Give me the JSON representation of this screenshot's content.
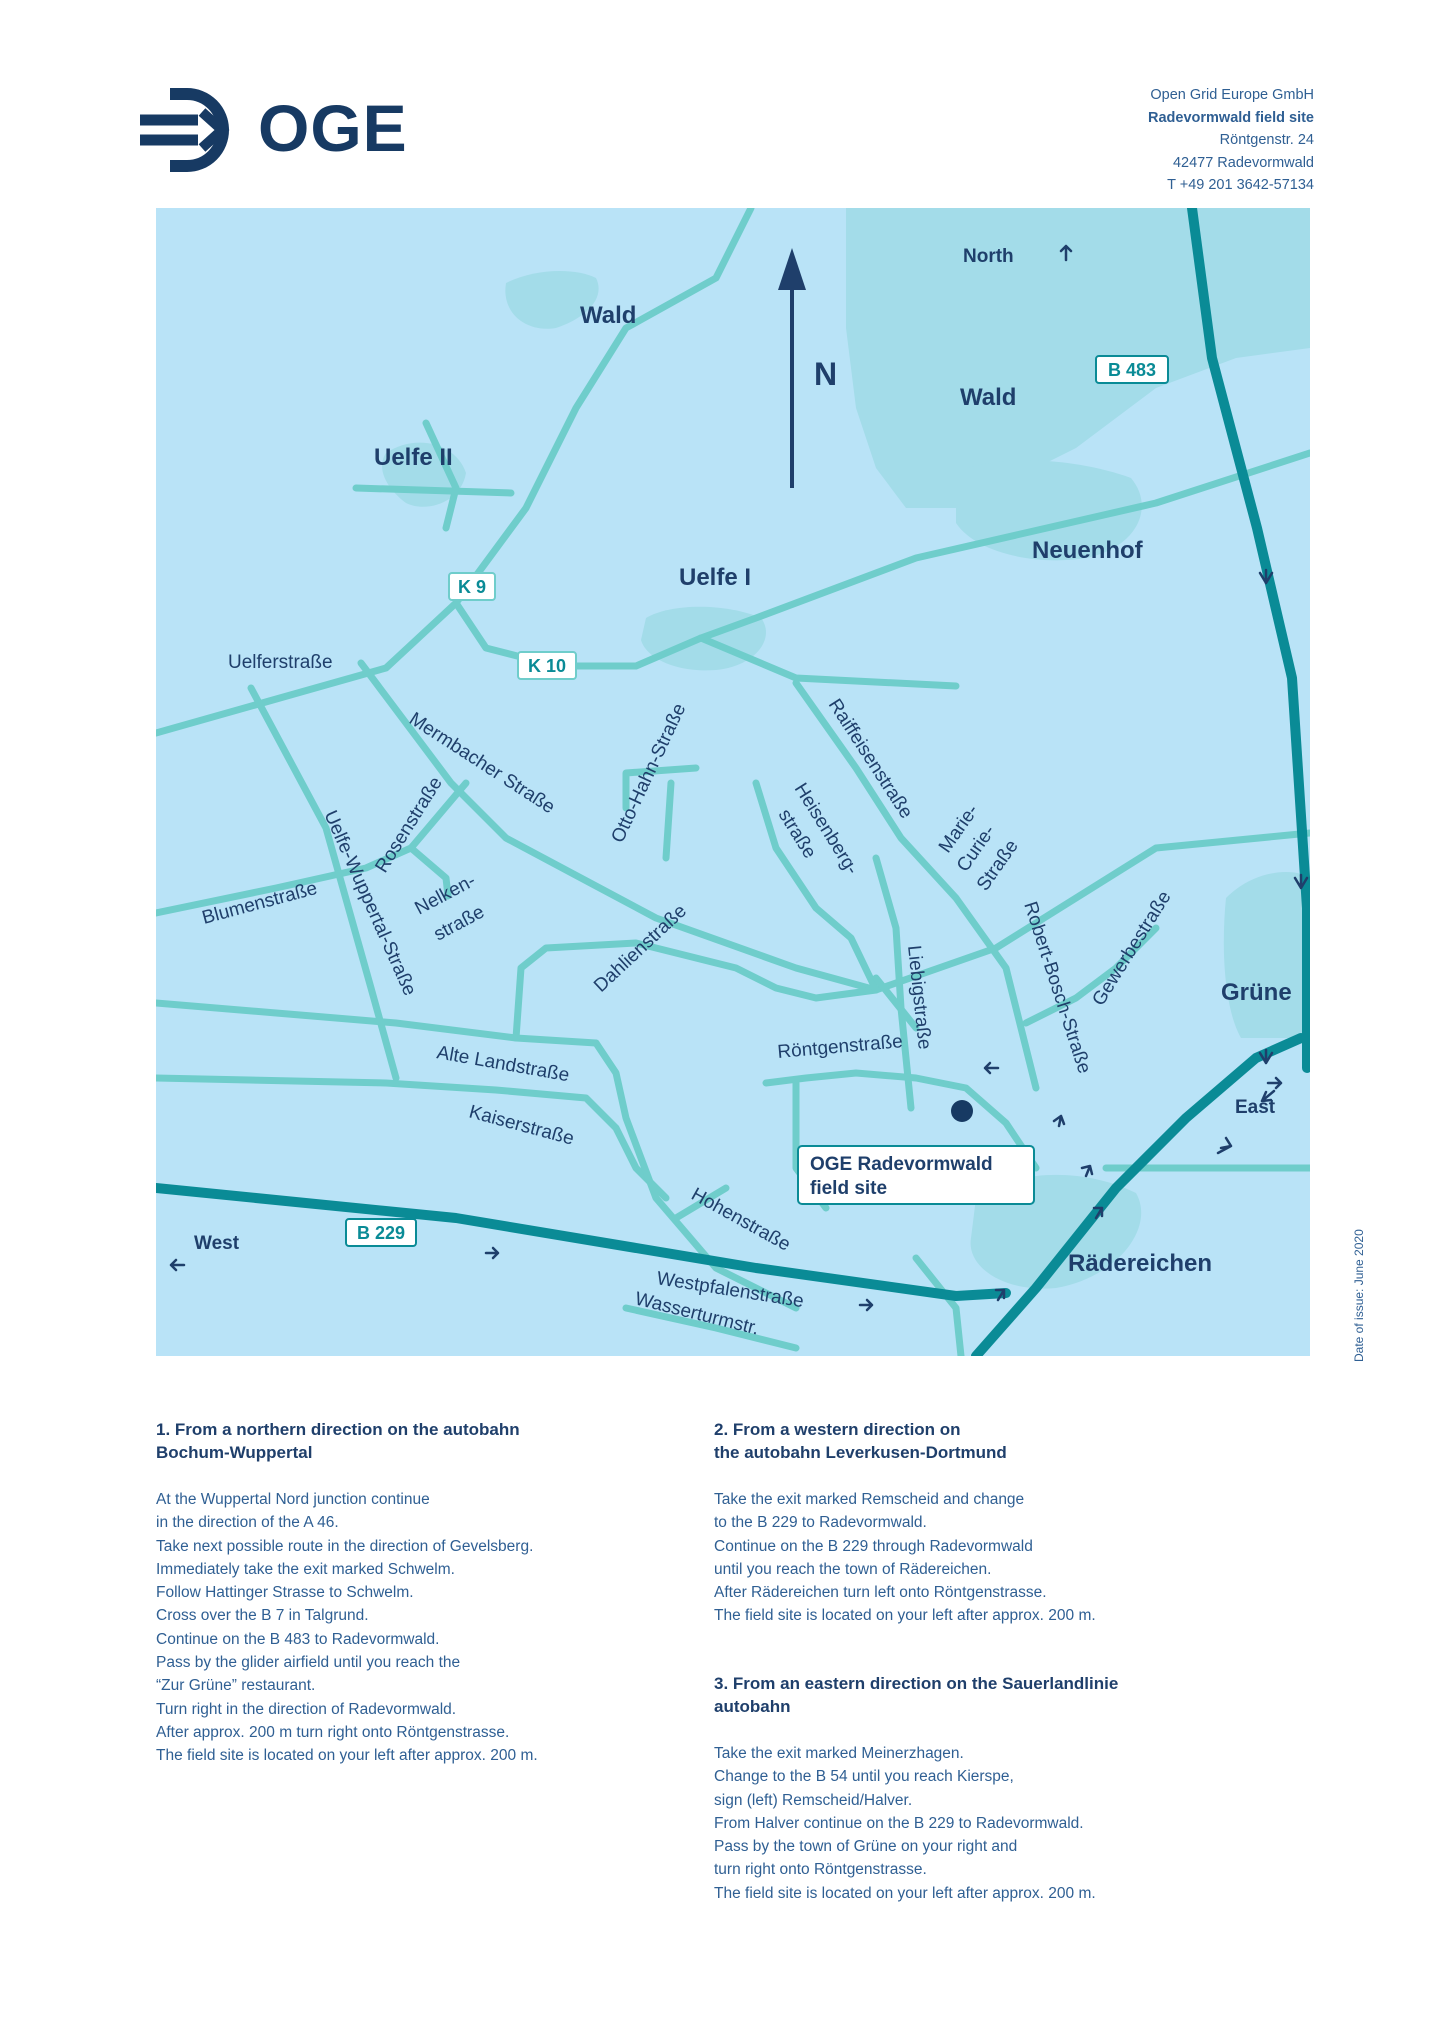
{
  "logo": {
    "text": "OGE"
  },
  "address": {
    "company": "Open Grid Europe GmbH",
    "site": "Radevormwald field site",
    "street": "Röntgenstr. 24",
    "city": "42477 Radevormwald",
    "phone": "T +49 201 3642-57134"
  },
  "map": {
    "compass": {
      "letter": "N"
    },
    "places": {
      "wald_top": "Wald",
      "wald_right": "Wald",
      "uelfe_ii": "Uelfe II",
      "uelfe_i": "Uelfe I",
      "neuenhof": "Neuenhof",
      "gruene": "Grüne",
      "raedereichen": "Rädereichen"
    },
    "directions": {
      "north": "North",
      "east": "East",
      "west": "West"
    },
    "road_badges": {
      "b483": "B 483",
      "k9": "K 9",
      "k10": "K 10",
      "b229": "B 229"
    },
    "streets": {
      "uelferstrasse": "Uelferstraße",
      "mermbacher": "Mermbacher Straße",
      "otto_hahn": "Otto-Hahn-Straße",
      "raiffeisen": "Raiffeisenstraße",
      "heisenberg_1": "Heisenberg-",
      "heisenberg_2": "straße",
      "marie_1": "Marie-",
      "marie_2": "Curie-",
      "marie_3": "Straße",
      "rosenstrasse": "Rosenstraße",
      "uelfe_wuppertal": "Uelfe-Wuppertal-Straße",
      "blumenstrasse": "Blumenstraße",
      "nelken_1": "Nelken-",
      "nelken_2": "straße",
      "dahlienstrasse": "Dahlienstraße",
      "robert_bosch": "Robert-Bosch-Straße",
      "gewerbestrasse": "Gewerbestraße",
      "liebigstrasse": "Liebigstraße",
      "roentgenstrasse": "Röntgenstraße",
      "alte_landstrasse": "Alte Landstraße",
      "kaiserstrasse": "Kaiserstraße",
      "hohenstrasse": "Hohenstraße",
      "westpfalenstrasse": "Westpfalenstraße",
      "wasserturmstr": "Wasserturmstr."
    },
    "site_label": {
      "line1": "OGE Radevormwald",
      "line2": "field site"
    },
    "colors": {
      "water": "#b9e3f7",
      "forest": "#a3dce9",
      "road": "#6fcdcb",
      "highway": "#0a8b96",
      "navy": "#1f3f6b"
    }
  },
  "issue_date": "Date of issue: June 2020",
  "sections": [
    {
      "title_lines": [
        "1. From a northern direction on the autobahn",
        "Bochum-Wuppertal"
      ],
      "lines": [
        "At the Wuppertal Nord junction continue",
        "in the direction of the A 46.",
        "Take next possible route in the direction of Gevelsberg.",
        "Immediately take the exit marked Schwelm.",
        "Follow Hattinger Strasse to Schwelm.",
        "Cross over the B 7 in Talgrund.",
        "Continue on the B 483 to Radevormwald.",
        "Pass by the glider airfield until you reach the",
        "“Zur Grüne” restaurant.",
        "Turn right in the direction of Radevormwald.",
        "After approx. 200 m turn right onto Röntgenstrasse.",
        "The field site is located on your left after approx. 200 m."
      ]
    },
    {
      "title_lines": [
        "2. From a western direction on",
        "the autobahn Leverkusen-Dortmund"
      ],
      "lines": [
        "Take the exit marked Remscheid and change",
        "to the B 229 to Radevormwald.",
        "Continue on the B 229 through Radevormwald",
        "until you reach the town of Rädereichen.",
        "After Rädereichen turn left onto Röntgenstrasse.",
        "The field site is located on your left after approx. 200 m."
      ]
    },
    {
      "title_lines": [
        "3. From an eastern direction on the Sauerlandlinie",
        "autobahn"
      ],
      "lines": [
        "Take the exit marked Meinerzhagen.",
        "Change to the B 54 until you reach Kierspe,",
        "sign (left) Remscheid/Halver.",
        "From Halver continue on the B 229 to Radevormwald.",
        "Pass by the town of Grüne on your right and",
        "turn right onto Röntgenstrasse.",
        "The field site is located on your left after approx. 200 m."
      ]
    }
  ]
}
